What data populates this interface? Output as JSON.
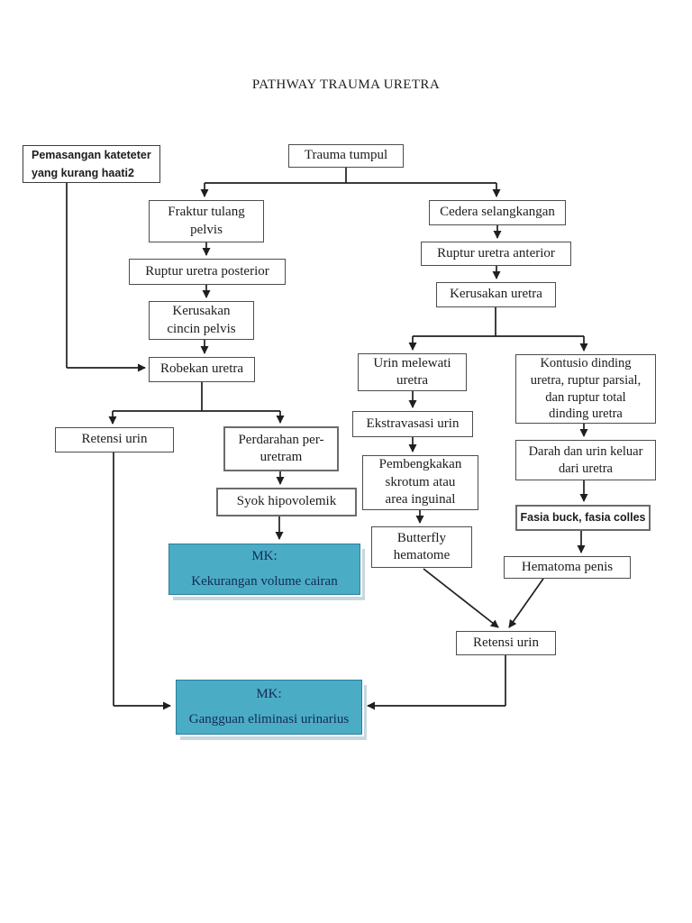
{
  "page": {
    "title": "PATHWAY TRAUMA URETRA"
  },
  "colors": {
    "page_background": "#ffffff",
    "box_fill": "#ffffff",
    "box_border": "#4d4d4d",
    "line_color": "#1f1f1f",
    "accent_fill": "#4bacc6",
    "accent_border": "#2c7f9e",
    "accent_shadow": "#c9d7de",
    "text_color": "#1c1c1c",
    "accent_text_color": "#132c52"
  },
  "nodes": {
    "pemasangan_kateter": {
      "label": "Pemasangan kateteter\nyang kurang haati2"
    },
    "trauma_tumpul": {
      "label": "Trauma tumpul"
    },
    "fraktur_tulang_pelvis": {
      "label": "Fraktur tulang\npelvis"
    },
    "ruptur_uretra_posterior": {
      "label": "Ruptur uretra posterior"
    },
    "kerusakan_cincin_pelvis": {
      "label": "Kerusakan\ncincin pelvis"
    },
    "robekan_uretra": {
      "label": "Robekan uretra"
    },
    "retensi_urin_kiri": {
      "label": "Retensi urin"
    },
    "perdarahan_peruretram": {
      "label": "Perdarahan per-\nuretram"
    },
    "syok_hipovolemik": {
      "label": "Syok hipovolemik"
    },
    "mk_kekurangan_volume": {
      "heading": "MK:",
      "label": "Kekurangan volume cairan"
    },
    "cedera_selangkangan": {
      "label": "Cedera selangkangan"
    },
    "ruptur_uretra_anterior": {
      "label": "Ruptur uretra anterior"
    },
    "kerusakan_uretra": {
      "label": "Kerusakan uretra"
    },
    "urin_melewati_uretra": {
      "label": "Urin melewati\nuretra"
    },
    "ekstravasasi_urin": {
      "label": "Ekstravasasi urin"
    },
    "pembengkakan_skrotum": {
      "label": "Pembengkakan\nskrotum atau\narea inguinal"
    },
    "butterfly_hematome": {
      "label": "Butterfly\nhematome"
    },
    "kontusio_dinding": {
      "label": "Kontusio dinding\nuretra, ruptur parsial,\ndan ruptur total\ndinding uretra"
    },
    "darah_urin_keluar": {
      "label": "Darah dan urin keluar\ndari uretra"
    },
    "fasia_buck_colles": {
      "label": "Fasia buck, fasia colles"
    },
    "hematoma_penis": {
      "label": "Hematoma penis"
    },
    "retensi_urin_bawah": {
      "label": "Retensi urin"
    },
    "mk_gangguan_eliminasi": {
      "heading": "MK:",
      "label": "Gangguan eliminasi urinarius"
    }
  }
}
